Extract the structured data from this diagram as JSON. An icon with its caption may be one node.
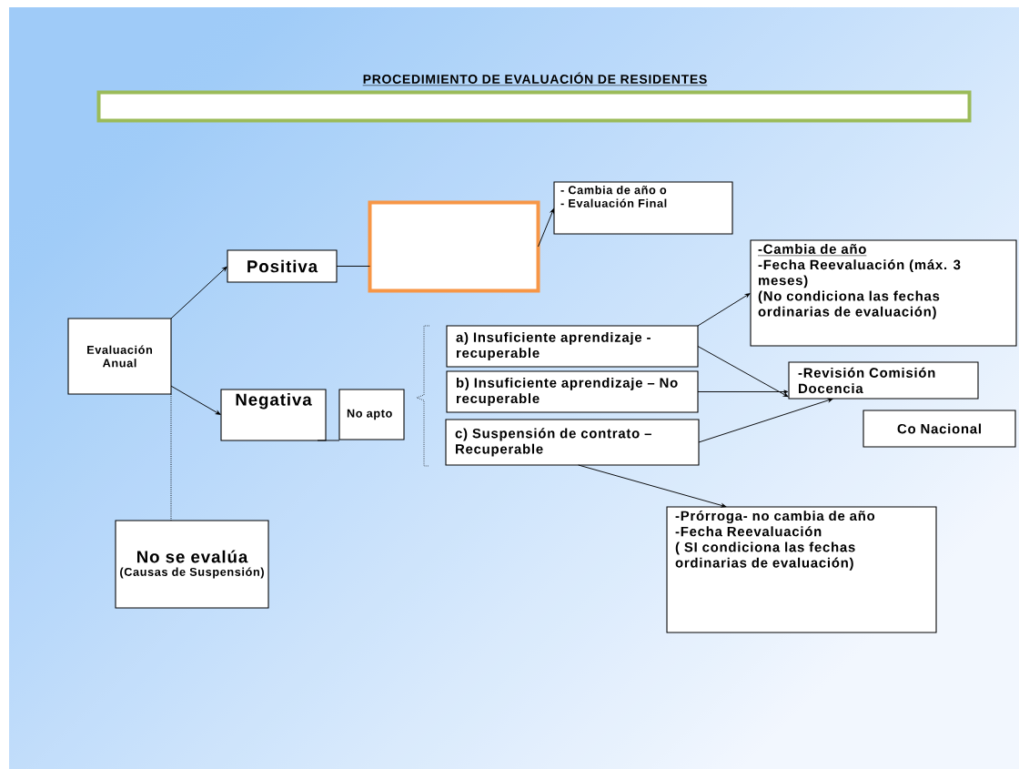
{
  "diagram": {
    "title": "PROCEDIMIENTO DE EVALUACIÓN DE RESIDENTES",
    "nodes": [
      {
        "text": [],
        "shape": "box"
      },
      {
        "text": [
          "Evaluación Anual"
        ]
      },
      {
        "text": [
          "Positiva"
        ]
      },
      {
        "text": [],
        "shape": "box"
      },
      {
        "text": [
          "- Cambia de año  o",
          "- Evaluación Final"
        ]
      },
      {
        "text": [
          "Negativa"
        ]
      },
      {
        "text": [
          "No apto"
        ]
      },
      {
        "text": [
          "a) Insuficiente aprendizaje - recuperable"
        ]
      },
      {
        "text": [
          "b) Insuficiente aprendizaje – No recuperable"
        ]
      },
      {
        "text": [
          "c) Suspensión de contrato – Recuperable"
        ]
      },
      {
        "text": [
          "-Cambia de año",
          "-Fecha Reevaluación (máx. 3 meses)",
          "(No condiciona las fechas ordinarias de evaluación)"
        ]
      },
      {
        "text": [
          "-Revisión Comisión Docencia"
        ]
      },
      {
        "text": [
          "Co Nacional"
        ]
      },
      {
        "text": [
          "-Prórroga- no cambia de año",
          "-Fecha Reevaluación",
          "( SI condiciona las fechas ordinarias de evaluación)"
        ]
      },
      {
        "text": [
          "No se evalúa",
          "(Causas de Suspensión)"
        ]
      }
    ],
    "edges": [
      {
        "from": 1,
        "to": 2,
        "arrow": "to"
      },
      {
        "from": 1,
        "to": 5,
        "arrow": "to"
      },
      {
        "from": 2,
        "to": 3,
        "arrow": "none"
      },
      {
        "from": 3,
        "to": 4,
        "arrow": "to"
      },
      {
        "from": 5,
        "to": 6,
        "arrow": "none"
      },
      {
        "from": 7,
        "to": 10,
        "arrow": "to"
      },
      {
        "from": 7,
        "to": 11,
        "arrow": "to"
      },
      {
        "from": 8,
        "to": 11,
        "arrow": "to"
      },
      {
        "from": 9,
        "to": 11,
        "arrow": "to"
      },
      {
        "from": 9,
        "to": 13,
        "arrow": "to"
      },
      {
        "from": 1,
        "to": 14,
        "arrow": "none",
        "style": "dashed"
      }
    ]
  }
}
